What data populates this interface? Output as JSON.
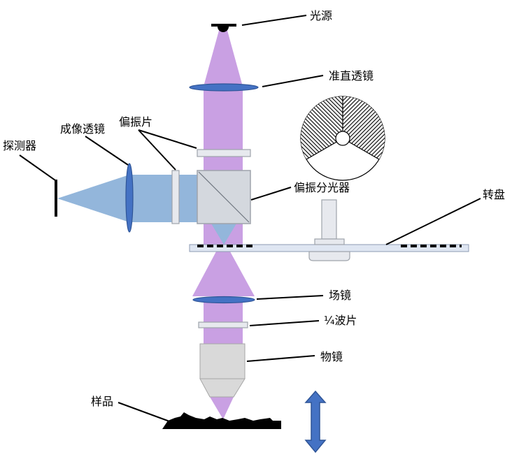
{
  "labels": {
    "light_source": "光源",
    "collimating_lens": "准直透镜",
    "polarizer": "偏振片",
    "imaging_lens": "成像透镜",
    "detector": "探测器",
    "polarizing_beam_splitter": "偏振分光器",
    "turntable": "转盘",
    "field_lens": "场镜",
    "quarter_wave_plate": "¼波片",
    "objective": "物镜",
    "sample": "样品"
  },
  "colors": {
    "illumination_beam": "#c9a0e3",
    "return_beam": "#93b6db",
    "lens_fill": "#4472c4",
    "lens_stroke": "#2f5597",
    "optic_fill": "#e7e9ee",
    "optic_stroke": "#9ea3ab",
    "disk_fill": "#dfe6f2",
    "disk_stroke": "#8d9bb3",
    "arrow_fill": "#4472c4",
    "arrow_stroke": "#2f5597",
    "sample_fill": "#000000"
  }
}
